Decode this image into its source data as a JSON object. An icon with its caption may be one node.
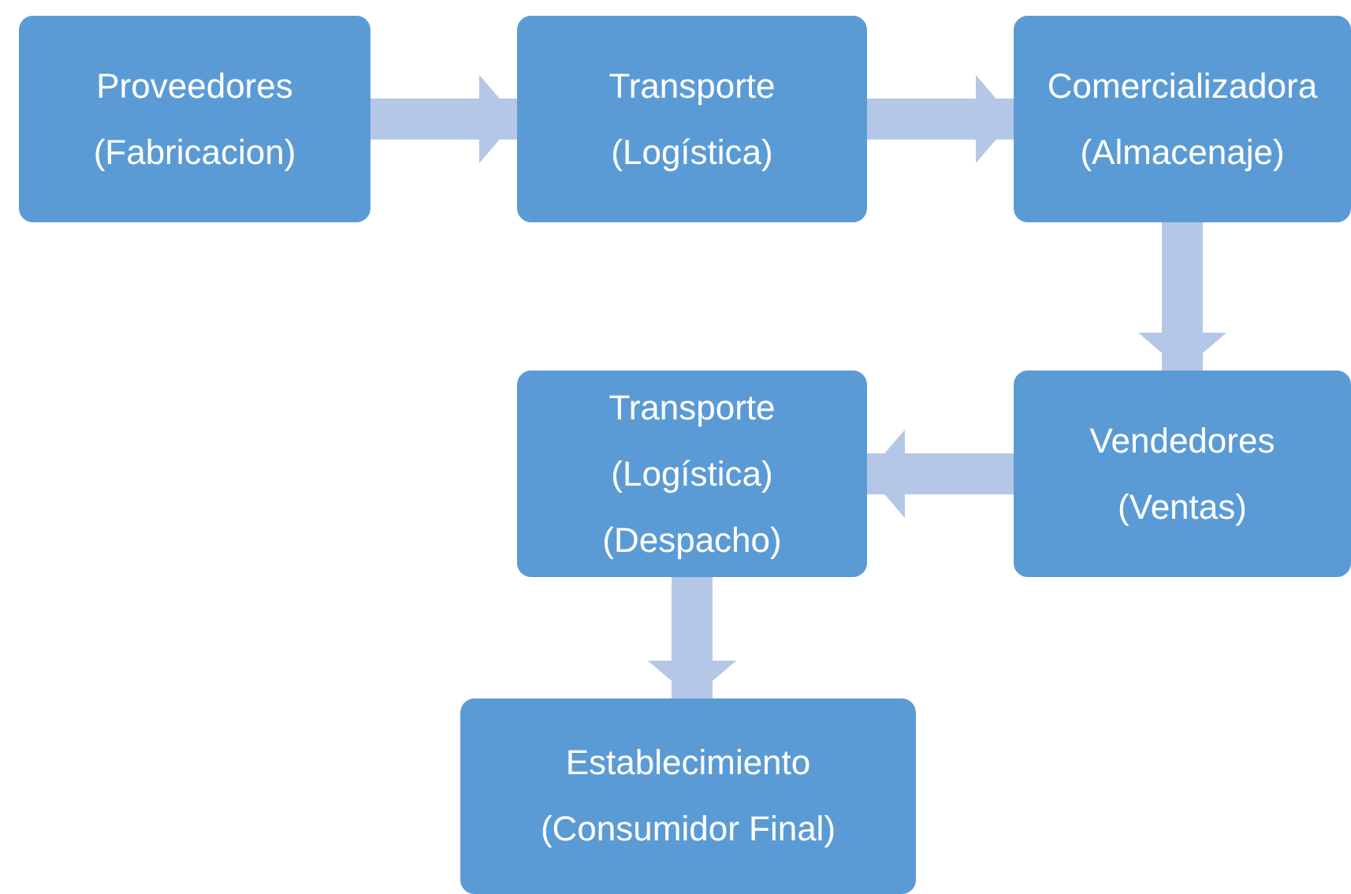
{
  "diagram": {
    "nodes": [
      {
        "text": [
          "Proveedores",
          "(Fabricacion)"
        ]
      },
      {
        "text": [
          "Transporte",
          "(Logística)"
        ]
      },
      {
        "text": [
          "Comercializadora",
          "(Almacenaje)"
        ]
      },
      {
        "text": [
          "Vendedores",
          "(Ventas)"
        ]
      },
      {
        "text": [
          "Transporte",
          "(Logística)",
          "(Despacho)"
        ]
      },
      {
        "text": [
          "Establecimiento",
          "(Consumidor Final)"
        ]
      }
    ],
    "edges": [
      {
        "from": 0,
        "to": 1,
        "arrow": "to"
      },
      {
        "from": 1,
        "to": 2,
        "arrow": "to"
      },
      {
        "from": 2,
        "to": 3,
        "arrow": "to"
      },
      {
        "from": 3,
        "to": 4,
        "arrow": "to"
      },
      {
        "from": 4,
        "to": 5,
        "arrow": "to"
      }
    ]
  }
}
